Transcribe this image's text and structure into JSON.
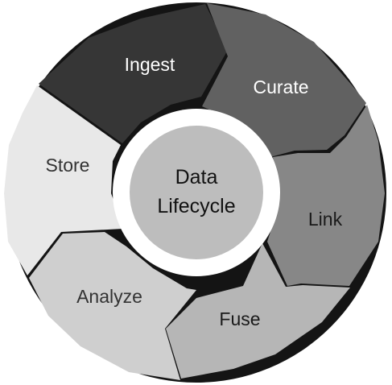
{
  "center": {
    "line1": "Data",
    "line2": "Lifecycle",
    "color": "#bdbdbd"
  },
  "stages": [
    {
      "label": "Ingest",
      "fill": "#363636",
      "text": "#ffffff"
    },
    {
      "label": "Curate",
      "fill": "#616161",
      "text": "#ffffff"
    },
    {
      "label": "Link",
      "fill": "#878787",
      "text": "#1a1a1a"
    },
    {
      "label": "Fuse",
      "fill": "#b6b6b6",
      "text": "#1a1a1a"
    },
    {
      "label": "Analyze",
      "fill": "#cfcfcf",
      "text": "#333333"
    },
    {
      "label": "Store",
      "fill": "#e8e8e8",
      "text": "#333333"
    }
  ],
  "ring_background": "#141414"
}
